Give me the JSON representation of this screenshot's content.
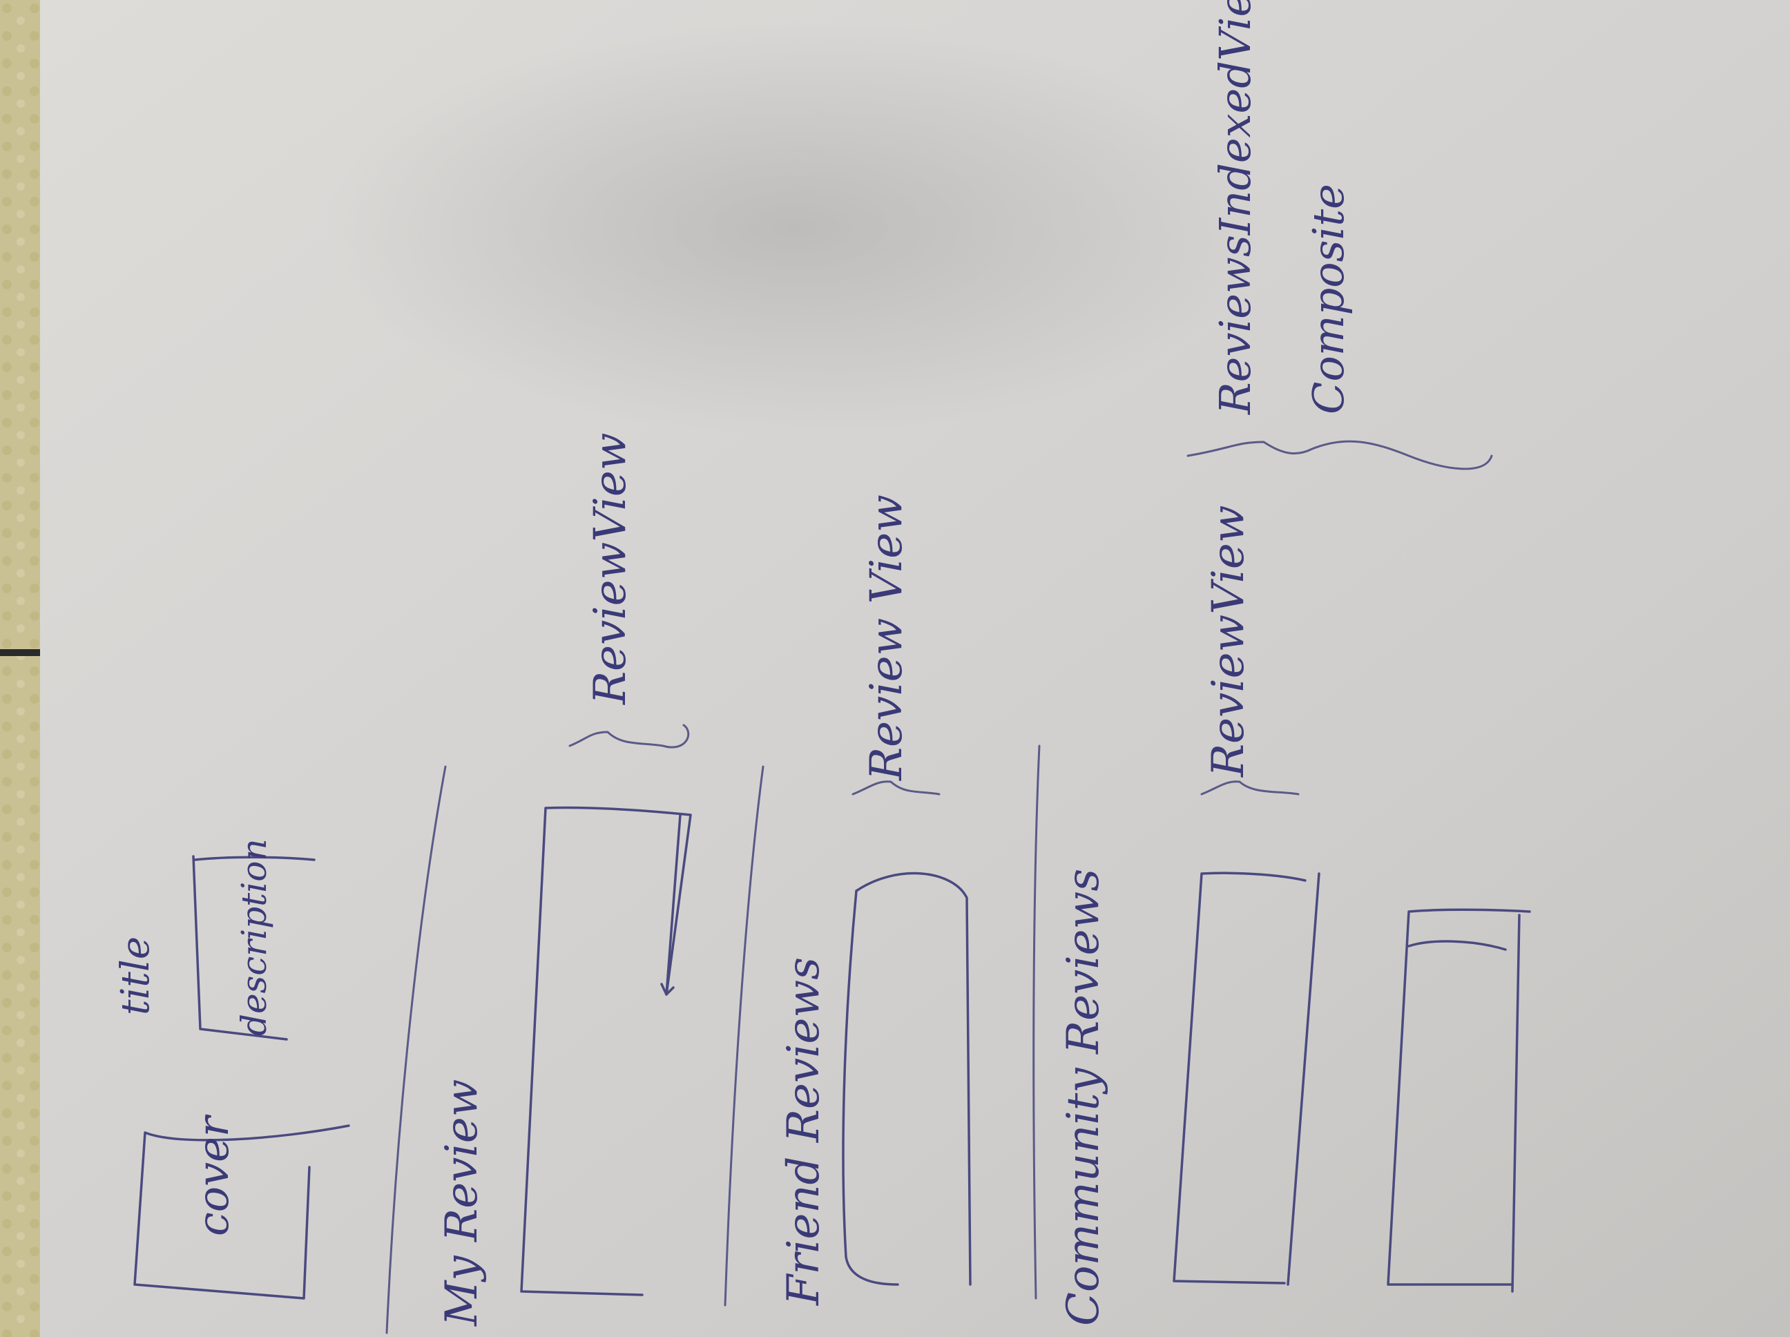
{
  "sketch": {
    "title_label": "title",
    "description_label": "description",
    "cover_label": "cover",
    "sections": [
      {
        "heading": "My Review",
        "annotation": "ReviewView"
      },
      {
        "heading": "Friend Reviews",
        "annotation": "Review View"
      },
      {
        "heading": "Community Reviews",
        "annotation": "ReviewView"
      }
    ],
    "indexed_annotation": "ReviewsIndexedView",
    "composite_annotation": "Composite"
  },
  "colors": {
    "paper": "#dcdbd9",
    "ink": "#3b3a78",
    "background_fabric": "#c7bf94"
  }
}
